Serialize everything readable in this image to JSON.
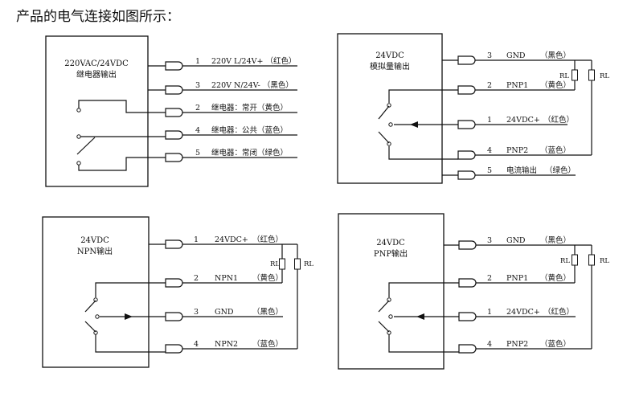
{
  "heading": "产品的电气连接如图所示：",
  "blocks": {
    "relay": {
      "title": [
        "220VAC/24VDC",
        "继电器输出"
      ],
      "pins": [
        {
          "num": "1",
          "label": "220V L/24V+ （红色）"
        },
        {
          "num": "3",
          "label": "220V N/24V- （黑色）"
        },
        {
          "num": "2",
          "label": "继电器：常开（黄色）"
        },
        {
          "num": "4",
          "label": "继电器：公共（蓝色）"
        },
        {
          "num": "5",
          "label": "继电器：常闭（绿色）"
        }
      ]
    },
    "analog": {
      "title": [
        "24VDC",
        "模拟量输出"
      ],
      "pins": [
        {
          "num": "3",
          "name": "GND",
          "color": "（黑色）"
        },
        {
          "num": "2",
          "name": "PNP1",
          "color": "（黄色）"
        },
        {
          "num": "1",
          "name": "24VDC+",
          "color": "（红色）"
        },
        {
          "num": "4",
          "name": "PNP2",
          "color": "（蓝色）"
        },
        {
          "num": "5",
          "name": "电流输出",
          "color": "（绿色）"
        }
      ],
      "rl": [
        "RL",
        "RL"
      ]
    },
    "npn": {
      "title": [
        "24VDC",
        "NPN输出"
      ],
      "pins": [
        {
          "num": "1",
          "name": "24VDC+",
          "color": "（红色）"
        },
        {
          "num": "2",
          "name": "NPN1",
          "color": "（黄色）"
        },
        {
          "num": "3",
          "name": "GND",
          "color": "（黑色）"
        },
        {
          "num": "4",
          "name": "NPN2",
          "color": "（蓝色）"
        }
      ],
      "rl": [
        "RL",
        "RL"
      ]
    },
    "pnp": {
      "title": [
        "24VDC",
        "PNP输出"
      ],
      "pins": [
        {
          "num": "3",
          "name": "GND",
          "color": "（黑色）"
        },
        {
          "num": "2",
          "name": "PNP1",
          "color": "（黄色）"
        },
        {
          "num": "1",
          "name": "24VDC+",
          "color": "（红色）"
        },
        {
          "num": "4",
          "name": "PNP2",
          "color": "（蓝色）"
        }
      ],
      "rl": [
        "RL",
        "RL"
      ]
    }
  }
}
